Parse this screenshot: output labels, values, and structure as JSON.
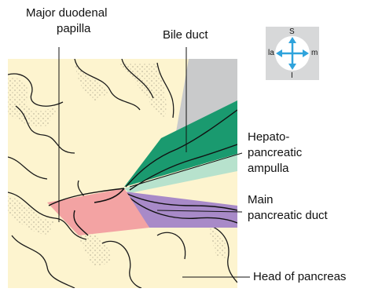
{
  "labels": {
    "papilla_line1": "Major duodenal",
    "papilla_line2": "papilla",
    "bile_duct": "Bile duct",
    "ampulla_line1": "Hepato-",
    "ampulla_line2": "pancreatic",
    "ampulla_line3": "ampulla",
    "main_duct_line1": "Main",
    "main_duct_line2": "pancreatic duct",
    "head_of_pancreas": "Head of pancreas"
  },
  "orientation": {
    "superior": "S",
    "inferior": "I",
    "lateral": "la",
    "medial": "m"
  },
  "colors": {
    "background_tissue": "#fdf4cf",
    "bile_duct": "#1a9a6f",
    "bile_duct_light": "#b7e2cd",
    "main_pancreatic_duct": "#a88ac8",
    "papilla": "#f3a3a3",
    "grey_region": "#c9cacb",
    "compass_bg": "#d7d8d9",
    "compass_arrow": "#2fa3dc"
  }
}
